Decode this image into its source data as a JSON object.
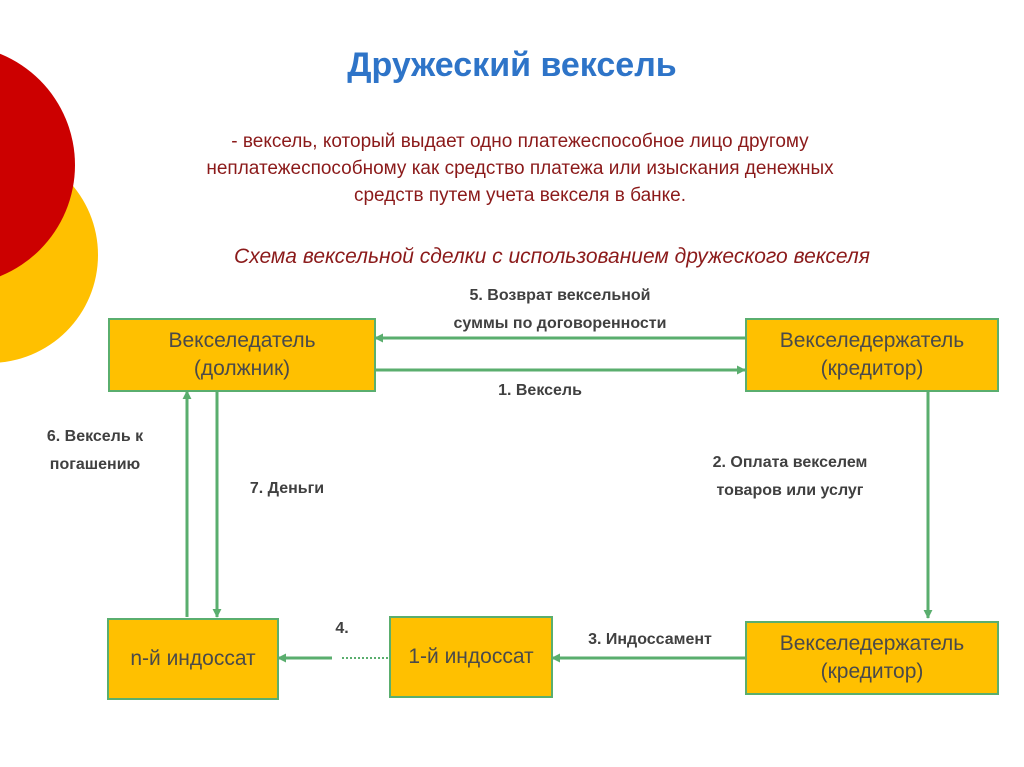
{
  "title": "Дружеский вексель",
  "definition": "- вексель, который выдает одно платежеспособное лицо другому\nнеплатежеспособному как средство платежа или изыскания денежных\nсредств путем учета векселя в банке.",
  "subtitle": "Схема вексельной сделки с использованием дружеского векселя",
  "nodes": {
    "drawer": "Векселедатель\n(должник)",
    "holder_top": "Векселедержатель\n(кредитор)",
    "holder_bottom": "Векселедержатель\n(кредитор)",
    "endorsee_1": "1-й индоссат",
    "endorsee_n": "n-й индоссат"
  },
  "edges": {
    "e5": "5. Возврат вексельной\nсуммы по договоренности",
    "e1": "1. Вексель",
    "e2": "2. Оплата векселем\nтоваров или услуг",
    "e3": "3. Индоссамент",
    "e4": "4.",
    "e6": "6. Вексель  к\nпогашению",
    "e7": "7. Деньги"
  },
  "colors": {
    "box_fill": "#FFC000",
    "box_border": "#5AAE6E",
    "arrow": "#5AAE6E",
    "title": "#2E74C8",
    "text_dark_red": "#8B1A1A",
    "deco_red": "#CC0000",
    "deco_yellow": "#FFC000"
  }
}
